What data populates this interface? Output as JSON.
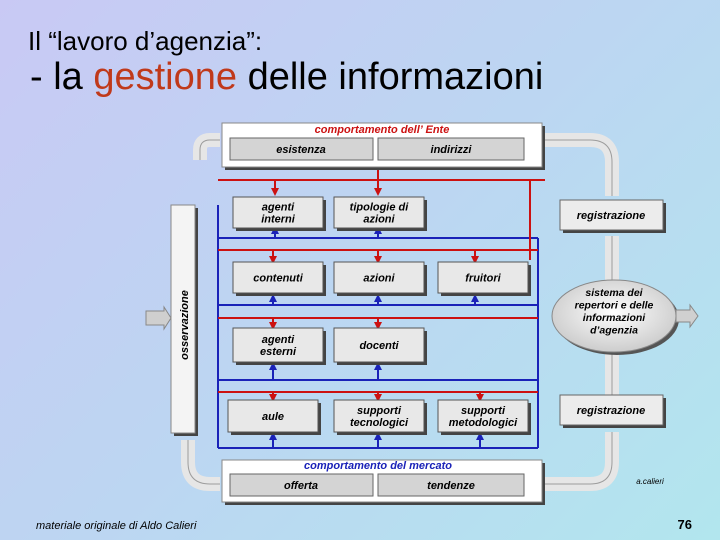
{
  "title": {
    "line1": "Il “lavoro d’agenzia”:",
    "prefix": " - la ",
    "highlight": "gestione",
    "rest": " delle informazioni"
  },
  "diagram": {
    "top_label": "comportamento dell’ Ente",
    "top_boxes": [
      "esistenza",
      "indirizzi"
    ],
    "bottom_label": "comportamento del mercato",
    "bottom_boxes": [
      "offerta",
      "tendenze"
    ],
    "side_label": "osservazione",
    "row1": [
      "agenti\ninterni",
      "tipologie di\nazioni"
    ],
    "row2": [
      "contenuti",
      "azioni",
      "fruitori"
    ],
    "row3": [
      "agenti\nesterni",
      "docenti"
    ],
    "row4": [
      "aule",
      "supporti\ntecnologici",
      "supporti\nmetodologici"
    ],
    "registrazione_top": "registrazione",
    "registrazione_bottom": "registrazione",
    "ellipse": "sistema dei\nrepertori e delle\ninformazioni\nd’agenzia",
    "credit": "a.calieri"
  },
  "footer": {
    "source": "materiale originale di Aldo Calieri",
    "page": "76"
  },
  "colors": {
    "red_line": "#cc1111",
    "blue_line": "#1a22b8",
    "highlight": "#c0391b"
  }
}
